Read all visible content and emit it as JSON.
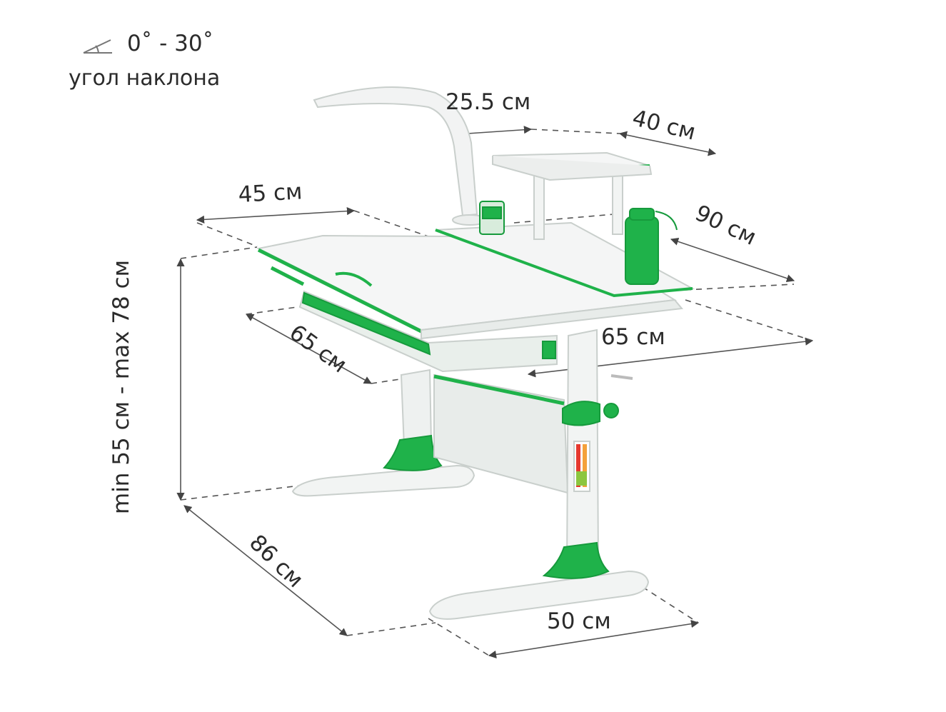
{
  "tilt": {
    "range": "0˚ -  30˚",
    "label": "угол наклона",
    "icon": "tilt-angle-icon"
  },
  "dimensions": {
    "lamp": "25.5 см",
    "shelf_depth": "40 см",
    "desk_depth": "45 см",
    "shelf_width": "90 см",
    "drawer_depth": "65 см",
    "drawer_width": "65 см",
    "height": "min 55 см - max 78 см",
    "base_depth": "86 см",
    "foot_width": "50 см"
  },
  "colors": {
    "accent": "#1fb24a",
    "frame": "#ecefee",
    "outline": "#c9cfcc",
    "dim_line": "#555555",
    "text": "#2b2b2b"
  }
}
